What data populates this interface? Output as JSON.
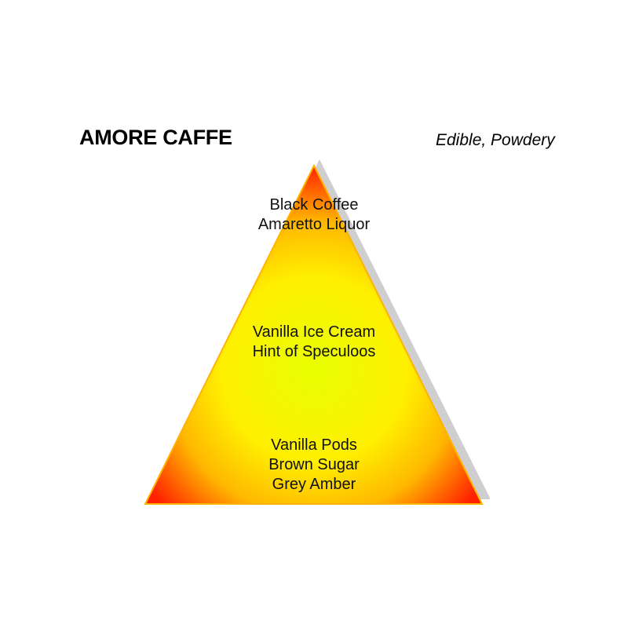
{
  "header": {
    "title": "AMORE CAFFE",
    "subtitle": "Edible, Powdery"
  },
  "pyramid": {
    "colors": {
      "center": "#eeff00",
      "mid": "#ffc400",
      "edge": "#ff0000",
      "shadow": "#cfcfcf",
      "outline": "#ffb000"
    },
    "top_notes": [
      "Black Coffee",
      "Amaretto Liquor"
    ],
    "heart_notes": [
      "Vanilla Ice Cream",
      "Hint of Speculoos"
    ],
    "base_notes": [
      "Vanilla Pods",
      "Brown Sugar",
      "Grey Amber"
    ]
  }
}
